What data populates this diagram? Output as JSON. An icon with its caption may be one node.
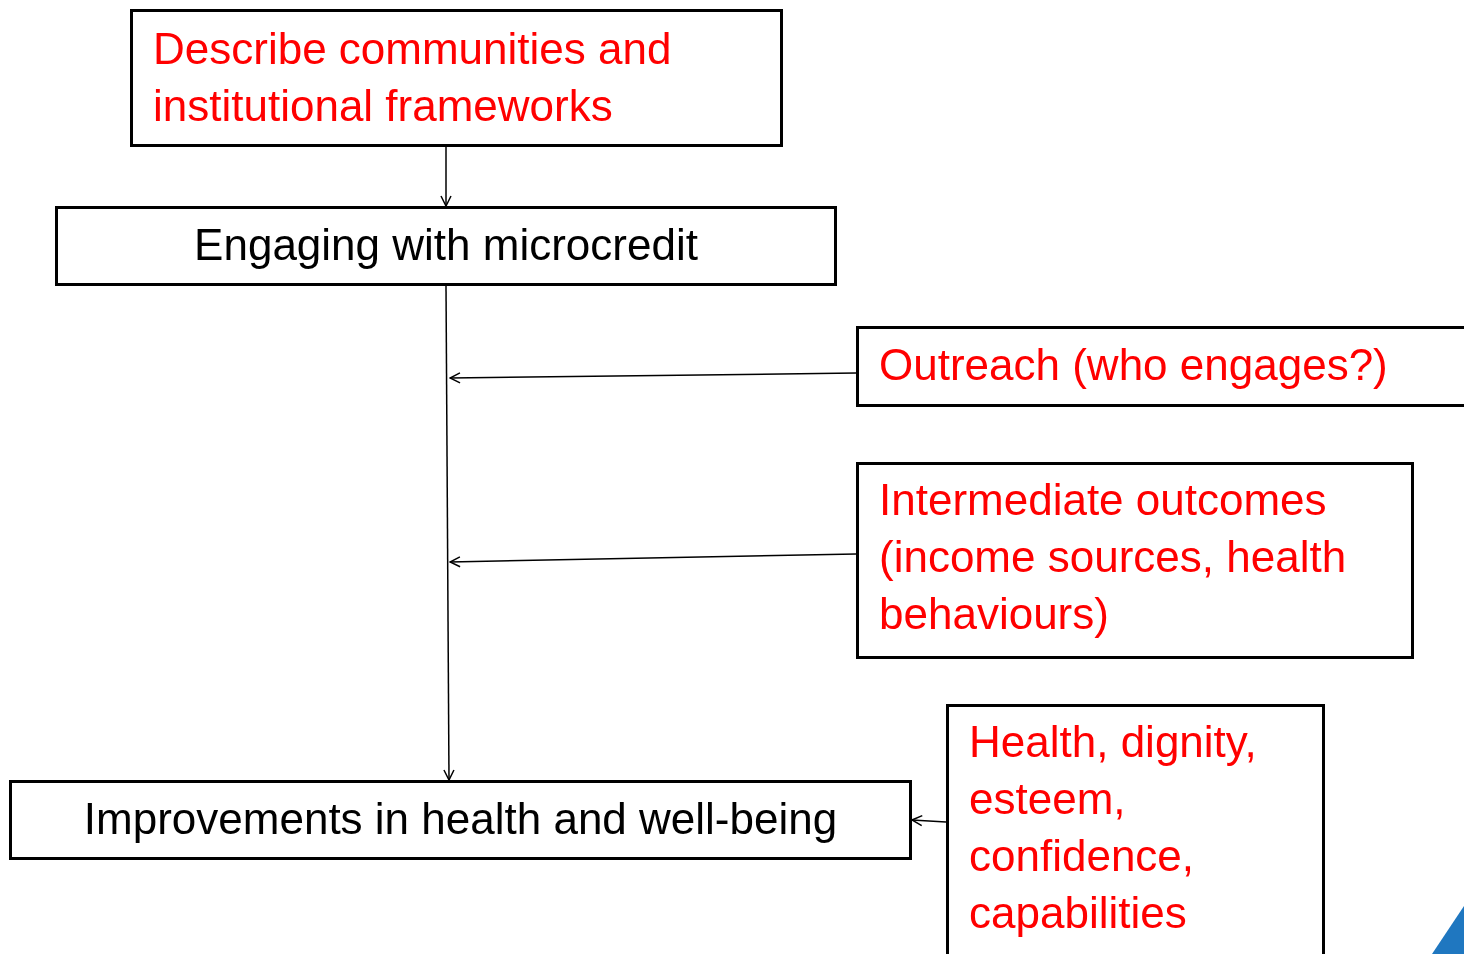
{
  "diagram": {
    "nodes": [
      {
        "text": [
          "Describe communities and institutional frameworks"
        ]
      },
      {
        "text": [
          "Engaging with microcredit"
        ]
      },
      {
        "text": [
          "Outreach (who engages?)"
        ]
      },
      {
        "text": [
          "Intermediate outcomes (income sources, health behaviours)"
        ]
      },
      {
        "text": [
          "Improvements in health and well-being"
        ]
      },
      {
        "text": [
          "Health, dignity, esteem, confidence, capabilities"
        ]
      }
    ],
    "edges": [
      {
        "from": 0,
        "to": 1,
        "arrow": "to"
      },
      {
        "from": 1,
        "to": 4,
        "arrow": "to"
      },
      {
        "from": 2,
        "to": null,
        "arrow": "to"
      },
      {
        "from": 3,
        "to": null,
        "arrow": "to"
      },
      {
        "from": 5,
        "to": 4,
        "arrow": "to"
      }
    ]
  }
}
